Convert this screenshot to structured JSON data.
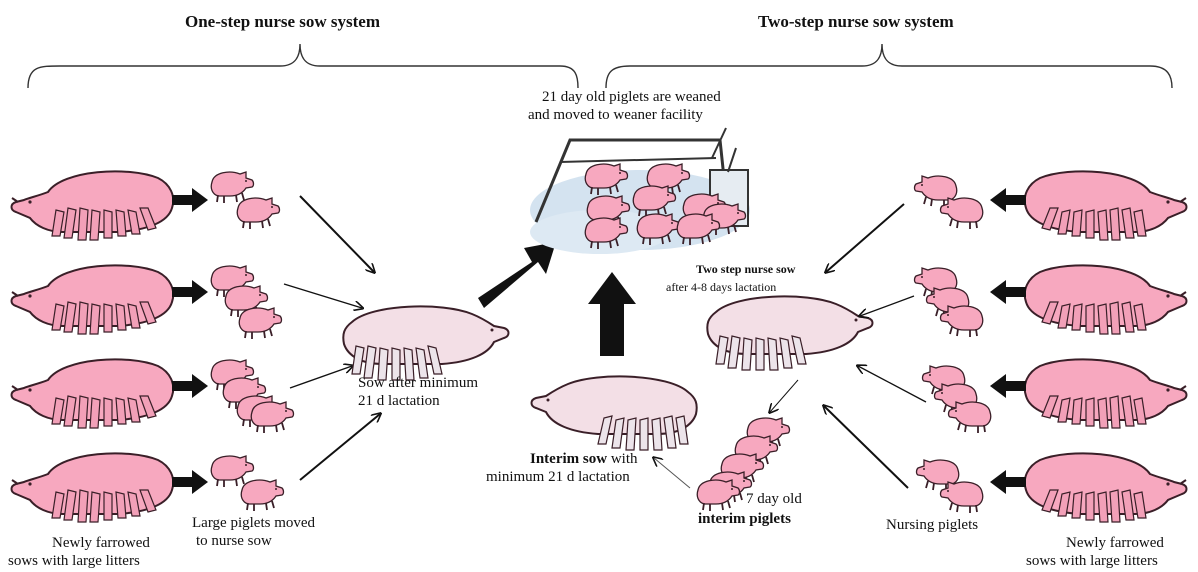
{
  "headers": {
    "one_step": "One-step nurse sow system",
    "two_step": "Two-step nurse sow system"
  },
  "labels": {
    "weaned_line1": "21 day old piglets are weaned",
    "weaned_line2": "and moved to weaner facility",
    "sow_after_line1": "Sow after minimum",
    "sow_after_line2": "21 d lactation",
    "interim_sow_bold": "Interim sow",
    "interim_sow_rest": " with",
    "interim_sow_line2": "minimum  21 d lactation",
    "two_step_nurse_bold": "Two step nurse sow",
    "two_step_nurse_line2": "after 4-8 days lactation",
    "seven_day_line1": "7 day old",
    "seven_day_line2": "interim piglets",
    "nursing_piglets": "Nursing piglets",
    "large_piglets_line1": "Large piglets moved",
    "large_piglets_line2": "to nurse sow",
    "newly_left_line1": "Newly farrowed",
    "newly_left_line2": "sows with large litters",
    "newly_right_line1": "Newly farrowed",
    "newly_right_line2": "sows with large litters"
  },
  "colors": {
    "pink": "#f7a8bf",
    "pink_outline": "#3a1f28",
    "nurse_sow": "#f3dfe6",
    "arrow": "#111111",
    "water": "#cfe0ee"
  }
}
